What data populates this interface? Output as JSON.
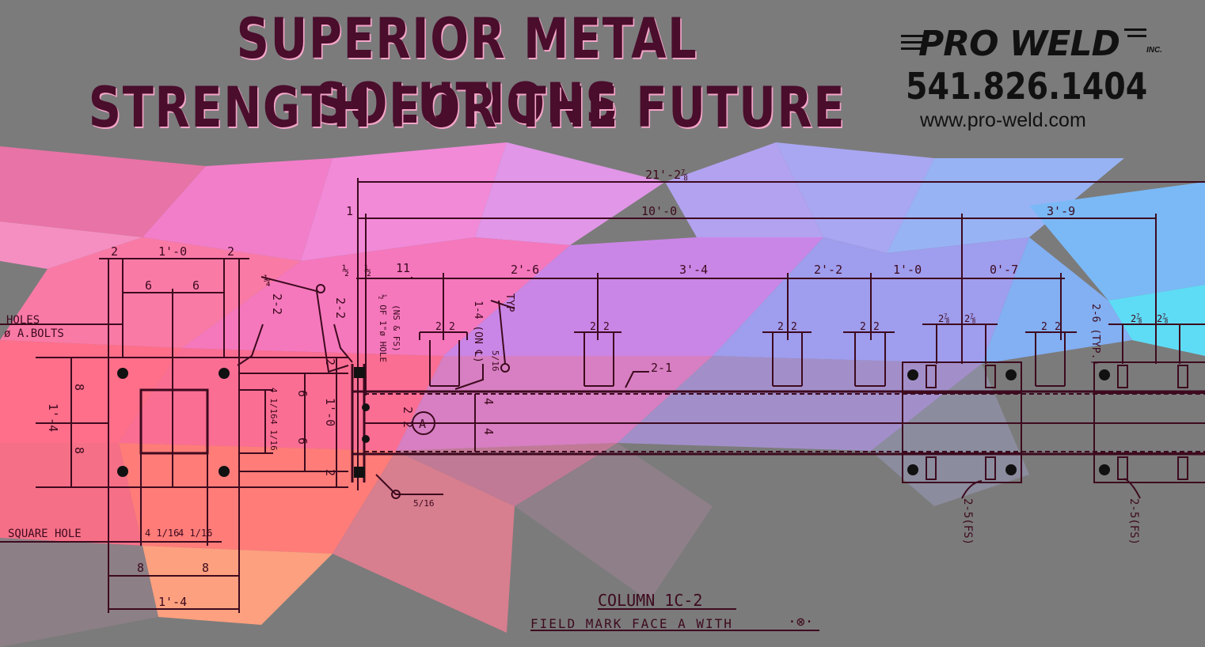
{
  "header": {
    "headline_line1": "SUPERIOR METAL SOLUTIONS",
    "headline_line2": "STRENGTH FOR THE FUTURE"
  },
  "brand": {
    "logo": "PRO WELD",
    "logo_suffix": "INC.",
    "phone": "541.826.1404",
    "website": "www.pro-weld.com"
  },
  "drawing": {
    "title": "COLUMN 1C-2",
    "subtitle": "FIELD MARK FACE A WITH",
    "mark_symbol": "·⊗·",
    "notes": {
      "holes": "HOLES",
      "bolts": "ø A.BOLTS",
      "square_hole": "SQUARE HOLE",
      "hole_note_1": "½ OF 1\"ø HOLE",
      "hole_note_2": "(NS & FS)",
      "typ": "TYP",
      "on_cl": "1-4 (ON ℄)",
      "typ_paren": "2-6 (TYP.)",
      "fs_left": "2-5(FS)",
      "fs_right": "2-5(FS)",
      "face_label": "A"
    },
    "dims": {
      "overall": "21'-2⅞",
      "d_1": "1",
      "d_10_0": "10'-0",
      "d_3_9": "3'-9",
      "d_half_a": "½",
      "d_half_b": "½",
      "d_11": "11",
      "d_2_6": "2'-6",
      "d_3_4": "3'-4",
      "d_2_2": "2'-2",
      "d_1_0": "1'-0",
      "d_0_7": "0'-7",
      "plate_2a": "2",
      "plate_1_0": "1'-0",
      "plate_2b": "2",
      "plate_6a": "6",
      "plate_6b": "6",
      "weld_quarter": "¼",
      "weld_5_16_top": "5/16",
      "weld_5_16_bottom": "5/16",
      "mark_2_2a": "2-2",
      "mark_2_2b": "2-2",
      "mark_2_1": "2-1",
      "side_8a": "8",
      "side_8b": "8",
      "side_1_4": "1'-4",
      "side_4_1_16a": "4 1/16",
      "side_4_1_16b": "4 1/16",
      "side_6a": "6",
      "side_6b": "6",
      "side_1_0": "1'-0",
      "side_2a": "2",
      "side_2b": "2",
      "web_4a": "4",
      "web_4b": "4",
      "web_2a": "2",
      "web_2b": "2",
      "sq_4_1_16a": "4 1/16",
      "sq_4_1_16b": "4 1/16",
      "bot_8a": "8",
      "bot_8b": "8",
      "bot_1_4": "1'-4",
      "clip_2": "2",
      "clip_2_7_8": "2⅞"
    }
  },
  "colors": {
    "ink": "#3d0a1e",
    "headline": "#4a0d2c",
    "headline_shadow": "#f4a5c8",
    "background": "#7a7a7a",
    "pink": "#f06bbd",
    "coral": "#ff6a7a",
    "purple": "#b48ae8",
    "blue": "#7aa6f0",
    "cyan": "#5fe0f5"
  }
}
